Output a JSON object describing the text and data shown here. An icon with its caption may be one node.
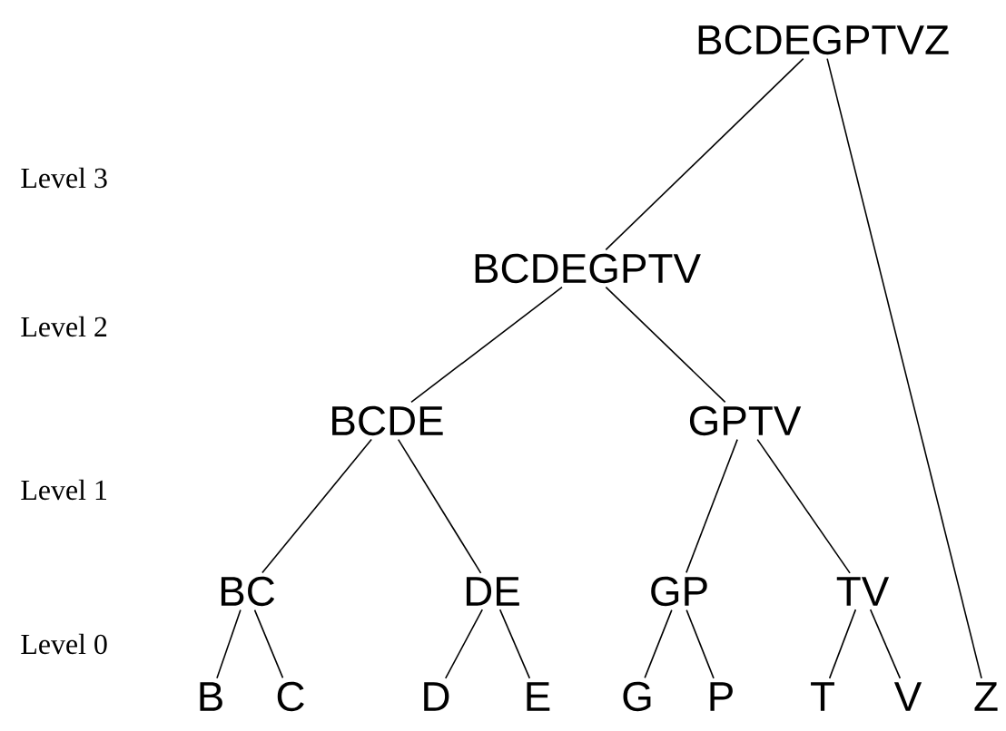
{
  "diagram": {
    "nodes": [
      {
        "text": [
          "BCDEGPTVZ"
        ]
      },
      {
        "text": [
          "BCDEGPTV"
        ]
      },
      {
        "text": [
          "BCDE"
        ]
      },
      {
        "text": [
          "GPTV"
        ]
      },
      {
        "text": [
          "BC"
        ]
      },
      {
        "text": [
          "DE"
        ]
      },
      {
        "text": [
          "GP"
        ]
      },
      {
        "text": [
          "TV"
        ]
      },
      {
        "text": [
          "B"
        ]
      },
      {
        "text": [
          "C"
        ]
      },
      {
        "text": [
          "D"
        ]
      },
      {
        "text": [
          "E"
        ]
      },
      {
        "text": [
          "G"
        ]
      },
      {
        "text": [
          "P"
        ]
      },
      {
        "text": [
          "T"
        ]
      },
      {
        "text": [
          "V"
        ]
      },
      {
        "text": [
          "Z"
        ]
      }
    ],
    "edges": [
      {
        "from": 0,
        "to": 1,
        "arrow": "none"
      },
      {
        "from": 0,
        "to": 16,
        "arrow": "none"
      },
      {
        "from": 1,
        "to": 2,
        "arrow": "none"
      },
      {
        "from": 1,
        "to": 3,
        "arrow": "none"
      },
      {
        "from": 2,
        "to": 4,
        "arrow": "none"
      },
      {
        "from": 2,
        "to": 5,
        "arrow": "none"
      },
      {
        "from": 3,
        "to": 6,
        "arrow": "none"
      },
      {
        "from": 3,
        "to": 7,
        "arrow": "none"
      },
      {
        "from": 4,
        "to": 8,
        "arrow": "none"
      },
      {
        "from": 4,
        "to": 9,
        "arrow": "none"
      },
      {
        "from": 5,
        "to": 10,
        "arrow": "none"
      },
      {
        "from": 5,
        "to": 11,
        "arrow": "none"
      },
      {
        "from": 6,
        "to": 12,
        "arrow": "none"
      },
      {
        "from": 6,
        "to": 13,
        "arrow": "none"
      },
      {
        "from": 7,
        "to": 14,
        "arrow": "none"
      },
      {
        "from": 7,
        "to": 15,
        "arrow": "none"
      }
    ],
    "labels": [
      "Level 3",
      "Level 2",
      "Level 1",
      "Level 0"
    ]
  }
}
